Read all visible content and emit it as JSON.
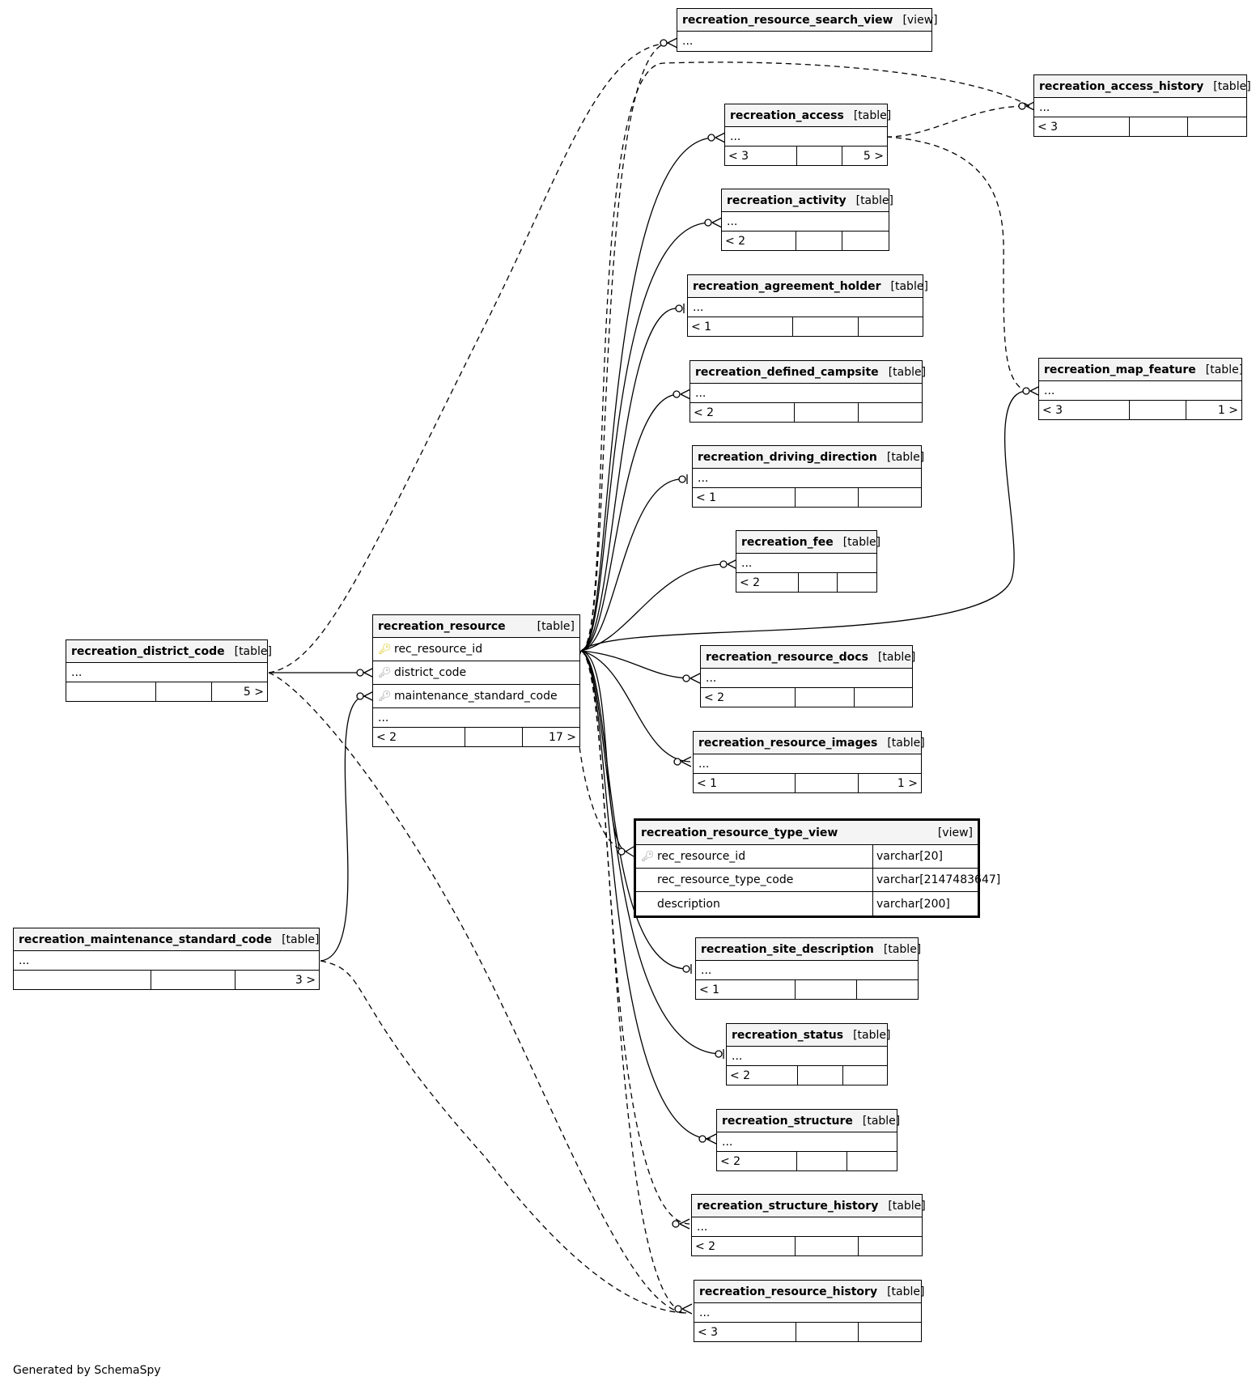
{
  "diagram": {
    "credit": "Generated by SchemaSpy",
    "ellipsis": "...",
    "entities": {
      "recreation_resource_search_view": {
        "name": "recreation_resource_search_view",
        "type": "[view]",
        "rows": [
          "..."
        ]
      },
      "recreation_access_history": {
        "name": "recreation_access_history",
        "type": "[table]",
        "rows": [
          "..."
        ],
        "footer": [
          "< 3",
          "",
          ""
        ]
      },
      "recreation_access": {
        "name": "recreation_access",
        "type": "[table]",
        "rows": [
          "..."
        ],
        "footer": [
          "< 3",
          "",
          "5 >"
        ]
      },
      "recreation_activity": {
        "name": "recreation_activity",
        "type": "[table]",
        "rows": [
          "..."
        ],
        "footer": [
          "< 2",
          "",
          ""
        ]
      },
      "recreation_agreement_holder": {
        "name": "recreation_agreement_holder",
        "type": "[table]",
        "rows": [
          "..."
        ],
        "footer": [
          "< 1",
          "",
          ""
        ]
      },
      "recreation_defined_campsite": {
        "name": "recreation_defined_campsite",
        "type": "[table]",
        "rows": [
          "..."
        ],
        "footer": [
          "< 2",
          "",
          ""
        ]
      },
      "recreation_map_feature": {
        "name": "recreation_map_feature",
        "type": "[table]",
        "rows": [
          "..."
        ],
        "footer": [
          "< 3",
          "",
          "1 >"
        ]
      },
      "recreation_driving_direction": {
        "name": "recreation_driving_direction",
        "type": "[table]",
        "rows": [
          "..."
        ],
        "footer": [
          "< 1",
          "",
          ""
        ]
      },
      "recreation_fee": {
        "name": "recreation_fee",
        "type": "[table]",
        "rows": [
          "..."
        ],
        "footer": [
          "< 2",
          "",
          ""
        ]
      },
      "recreation_district_code": {
        "name": "recreation_district_code",
        "type": "[table]",
        "rows": [
          "..."
        ],
        "footer": [
          "",
          "",
          "5 >"
        ]
      },
      "recreation_resource": {
        "name": "recreation_resource",
        "type": "[table]",
        "columns": [
          {
            "name": "rec_resource_id",
            "key": "pk"
          },
          {
            "name": "district_code",
            "key": "fk"
          },
          {
            "name": "maintenance_standard_code",
            "key": "fk"
          }
        ],
        "rows": [
          "..."
        ],
        "footer": [
          "< 2",
          "",
          "17 >"
        ]
      },
      "recreation_resource_docs": {
        "name": "recreation_resource_docs",
        "type": "[table]",
        "rows": [
          "..."
        ],
        "footer": [
          "< 2",
          "",
          ""
        ]
      },
      "recreation_resource_images": {
        "name": "recreation_resource_images",
        "type": "[table]",
        "rows": [
          "..."
        ],
        "footer": [
          "< 1",
          "",
          "1 >"
        ]
      },
      "recreation_resource_type_view": {
        "name": "recreation_resource_type_view",
        "type": "[view]",
        "columns": [
          {
            "name": "rec_resource_id",
            "key": "fk",
            "datatype": "varchar[20]"
          },
          {
            "name": "rec_resource_type_code",
            "key": "",
            "datatype": "varchar[2147483647]"
          },
          {
            "name": "description",
            "key": "",
            "datatype": "varchar[200]"
          }
        ]
      },
      "recreation_maintenance_standard_code": {
        "name": "recreation_maintenance_standard_code",
        "type": "[table]",
        "rows": [
          "..."
        ],
        "footer": [
          "",
          "",
          "3 >"
        ]
      },
      "recreation_site_description": {
        "name": "recreation_site_description",
        "type": "[table]",
        "rows": [
          "..."
        ],
        "footer": [
          "< 1",
          "",
          ""
        ]
      },
      "recreation_status": {
        "name": "recreation_status",
        "type": "[table]",
        "rows": [
          "..."
        ],
        "footer": [
          "< 2",
          "",
          ""
        ]
      },
      "recreation_structure": {
        "name": "recreation_structure",
        "type": "[table]",
        "rows": [
          "..."
        ],
        "footer": [
          "< 2",
          "",
          ""
        ]
      },
      "recreation_structure_history": {
        "name": "recreation_structure_history",
        "type": "[table]",
        "rows": [
          "..."
        ],
        "footer": [
          "< 2",
          "",
          ""
        ]
      },
      "recreation_resource_history": {
        "name": "recreation_resource_history",
        "type": "[table]",
        "rows": [
          "..."
        ],
        "footer": [
          "< 3",
          "",
          ""
        ]
      }
    }
  }
}
